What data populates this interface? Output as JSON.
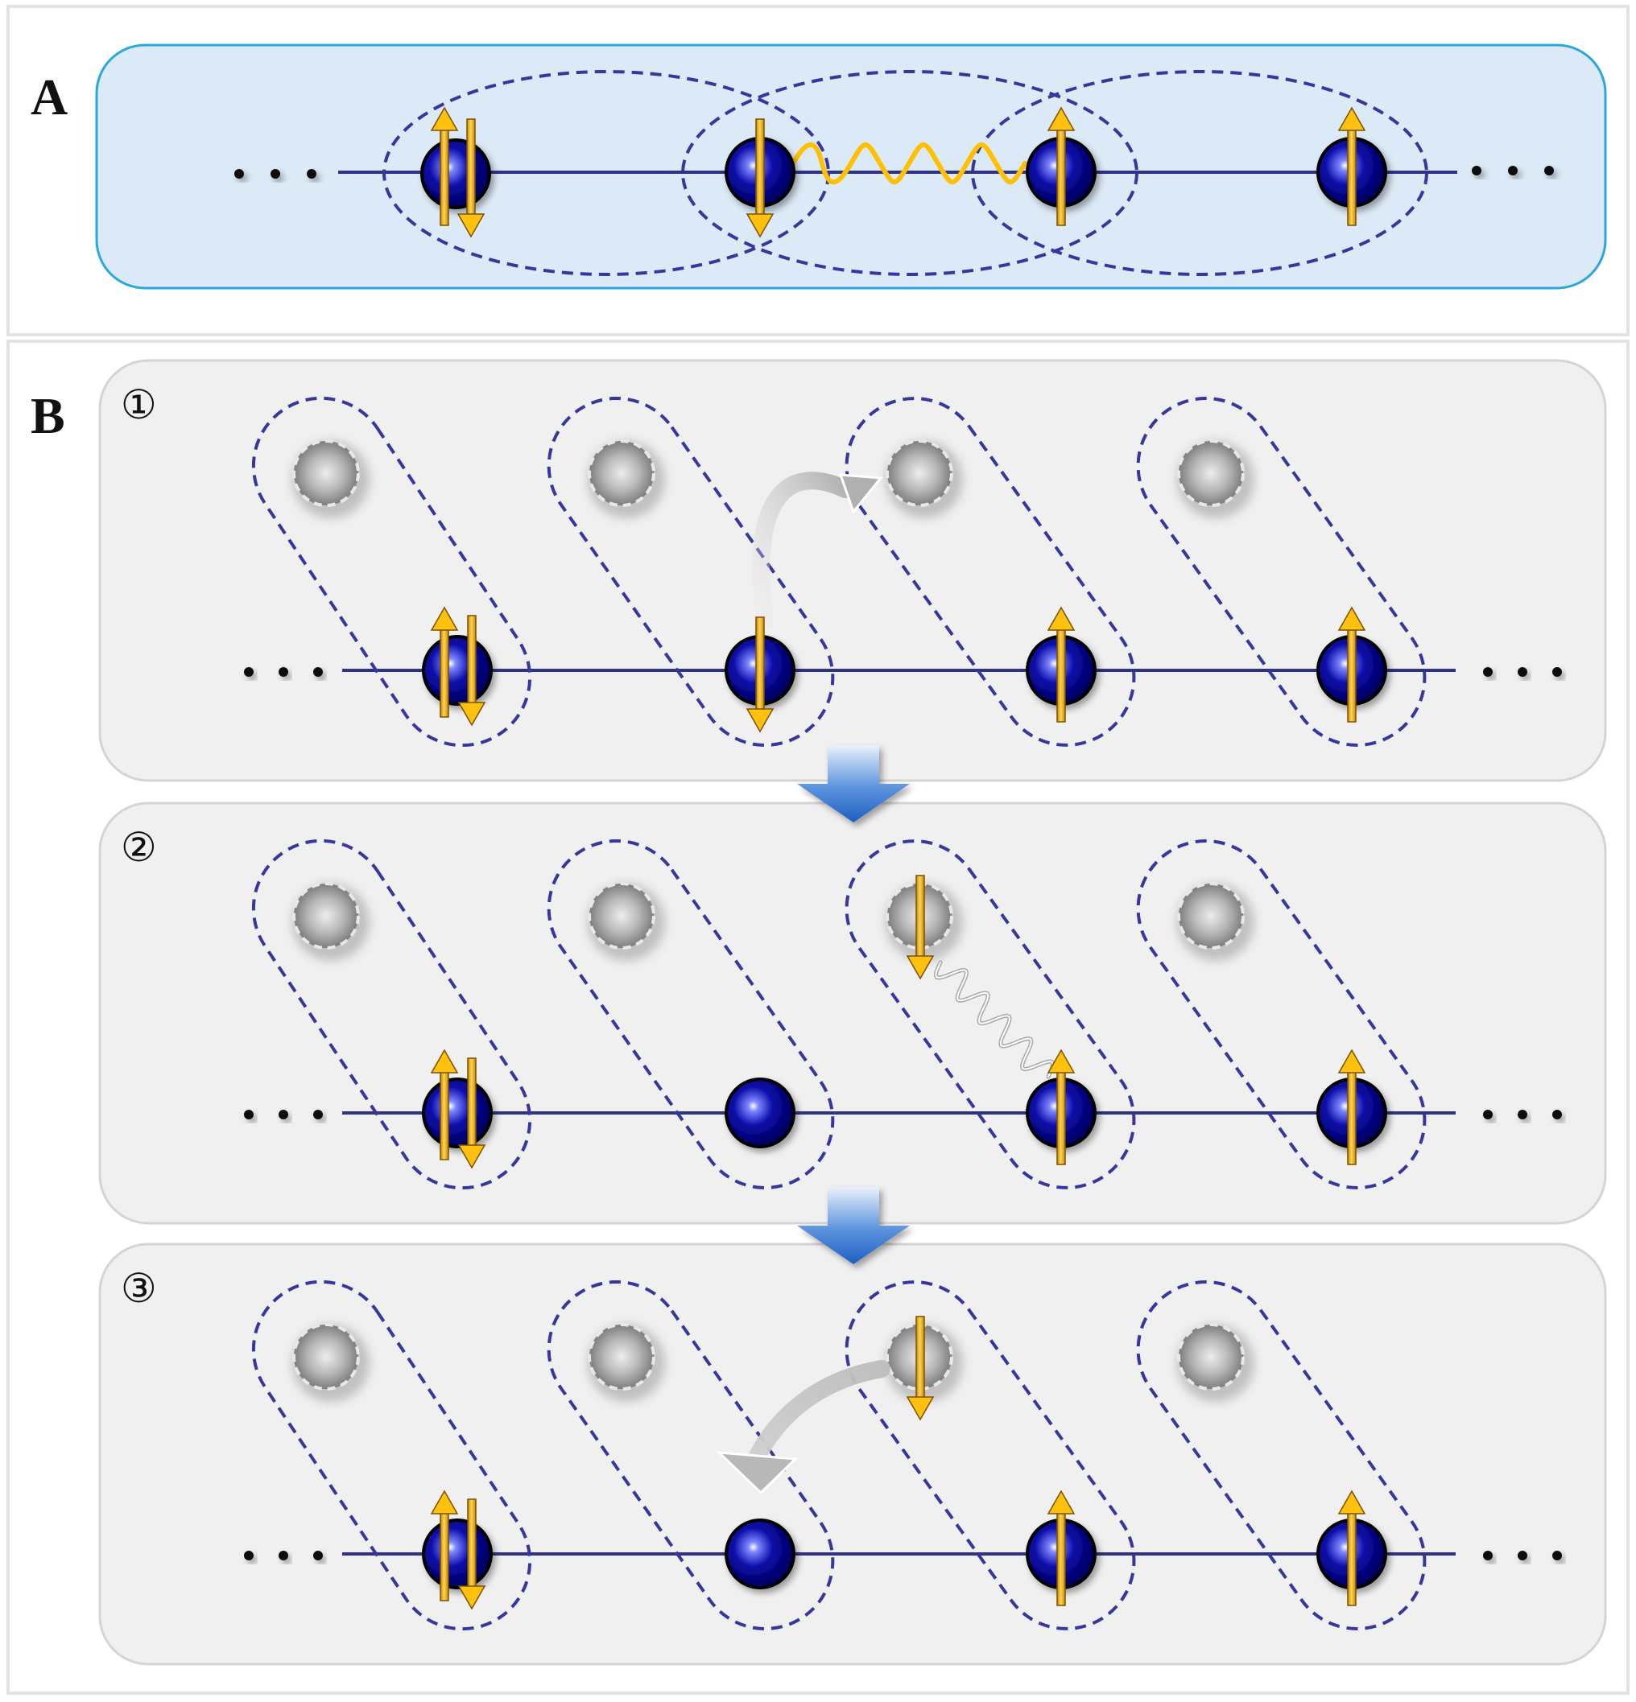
{
  "panel_a": {
    "label": "A",
    "sites": [
      {
        "id": 1,
        "spin": "up-down"
      },
      {
        "id": 2,
        "spin": "down"
      },
      {
        "id": 3,
        "spin": "up"
      },
      {
        "id": 4,
        "spin": "up"
      }
    ],
    "interaction": "wavy-coupling-site2-site3",
    "groupings": 3
  },
  "panel_b": {
    "label": "B",
    "steps": [
      {
        "label": "①",
        "sites": [
          "up-down",
          "down",
          "up",
          "up"
        ],
        "auxiliary_spins": [
          "none",
          "none",
          "none",
          "none"
        ],
        "event": "hop-site2-to-aux3"
      },
      {
        "label": "②",
        "sites": [
          "up-down",
          "empty",
          "up",
          "up"
        ],
        "auxiliary_spins": [
          "none",
          "none",
          "down",
          "none"
        ],
        "event": "exchange-aux3-site3"
      },
      {
        "label": "③",
        "sites": [
          "up-down",
          "empty",
          "up",
          "up"
        ],
        "auxiliary_spins": [
          "none",
          "none",
          "down",
          "none"
        ],
        "event": "return-aux3-to-site2"
      }
    ]
  },
  "colors": {
    "panel_a_bg": "#dce9f6",
    "panel_a_border": "#2aa7dc",
    "panel_b_bg": "#f0f0f0",
    "panel_b_border": "#d4d4d4",
    "dash": "#36379e",
    "line": "#2f3283",
    "atom": "#00008b",
    "arrow": "#f1b21c",
    "wave": "#ffc000",
    "transition_arrow": "#2e6ec8"
  }
}
